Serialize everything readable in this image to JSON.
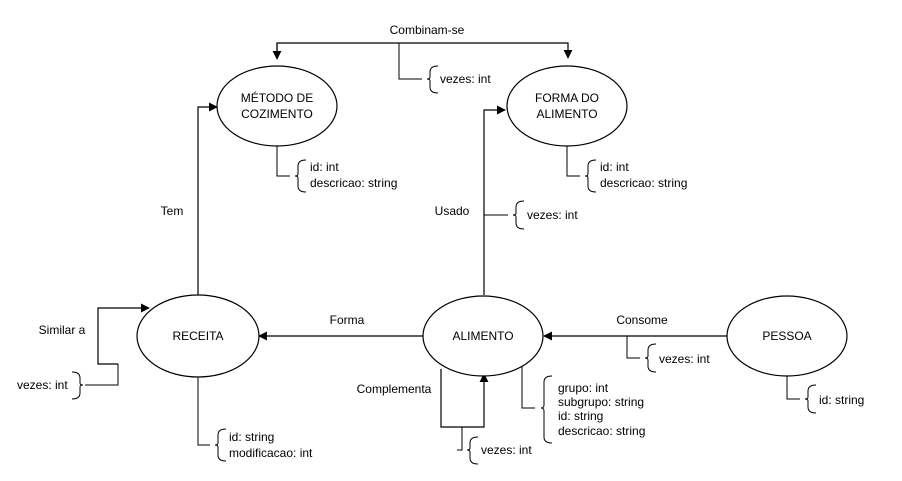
{
  "colors": {
    "stroke": "#000000",
    "fill": "#ffffff",
    "text": "#000000"
  },
  "entities": {
    "metodo": [
      "MÉTODO DE",
      "COZIMENTO"
    ],
    "forma": [
      "FORMA DO",
      "ALIMENTO"
    ],
    "receita": [
      "RECEITA"
    ],
    "alimento": [
      "ALIMENTO"
    ],
    "pessoa": [
      "PESSOA"
    ]
  },
  "relations": {
    "combinam": "Combinam-se",
    "tem": "Tem",
    "usado": "Usado",
    "forma": "Forma",
    "consome": "Consome",
    "similar": "Similar a",
    "complementa": "Complementa"
  },
  "attributes": {
    "metodo": [
      "id: int",
      "descricao: string"
    ],
    "forma": [
      "id: int",
      "descricao: string"
    ],
    "receita": [
      "id: string",
      "modificacao: int"
    ],
    "alimento": [
      "grupo: int",
      "subgrupo: string",
      "id: string",
      "descricao: string"
    ],
    "pessoa": [
      "id: string"
    ],
    "combinam": [
      "vezes: int"
    ],
    "usado": [
      "vezes: int"
    ],
    "consome": [
      "vezes: int"
    ],
    "similar": [
      "vezes: int"
    ],
    "complementa": [
      "vezes: int"
    ]
  }
}
